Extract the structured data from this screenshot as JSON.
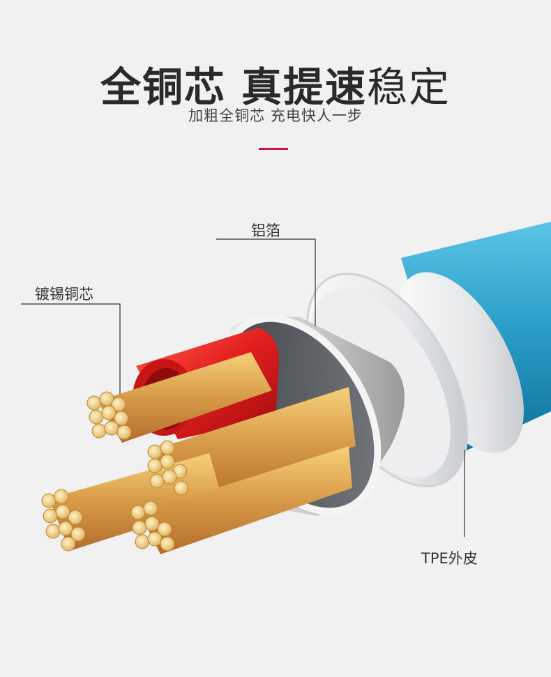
{
  "header": {
    "title_part1": "全铜芯",
    "title_part2": "真提速",
    "title_part3": "稳定",
    "subtitle": "加粗全铜芯 充电快人一步"
  },
  "callouts": {
    "foil": "铝箔",
    "copper": "镀锡铜芯",
    "jacket": "TPE外皮"
  },
  "colors": {
    "background": "#f1f1f1",
    "accent": "#c8125f",
    "jacket": "#2a9fc9",
    "red_wire": "#e02020",
    "copper": "#d9a24a"
  }
}
